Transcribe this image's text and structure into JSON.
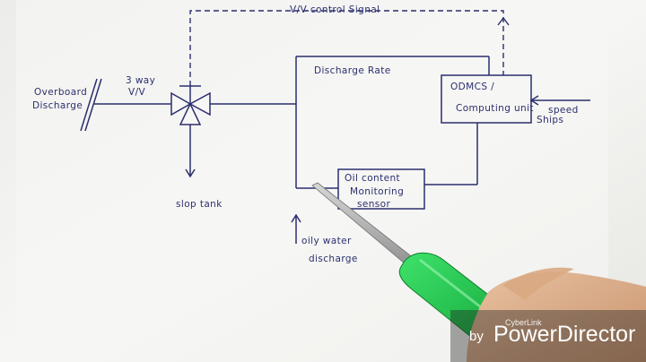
{
  "diagram": {
    "labels": {
      "control_signal": "V/V control Signal",
      "overboard_discharge_1": "Overboard",
      "overboard_discharge_2": "Discharge",
      "valve_1": "3 way",
      "valve_2": "V/V",
      "discharge_rate": "Discharge Rate",
      "odmcs_1": "ODMCS /",
      "odmcs_2": "Computing unit",
      "ship_speed_1": "speed",
      "ship_speed_2": "Ships",
      "slop_tank": "slop tank",
      "ocm_1": "Oil content",
      "ocm_2": "Monitoring",
      "ocm_3": "sensor",
      "oily_water_1": "oily water",
      "oily_water_2": "discharge"
    }
  },
  "watermark": {
    "by": "by",
    "brand": "PowerDirector",
    "small": "CyberLink"
  }
}
